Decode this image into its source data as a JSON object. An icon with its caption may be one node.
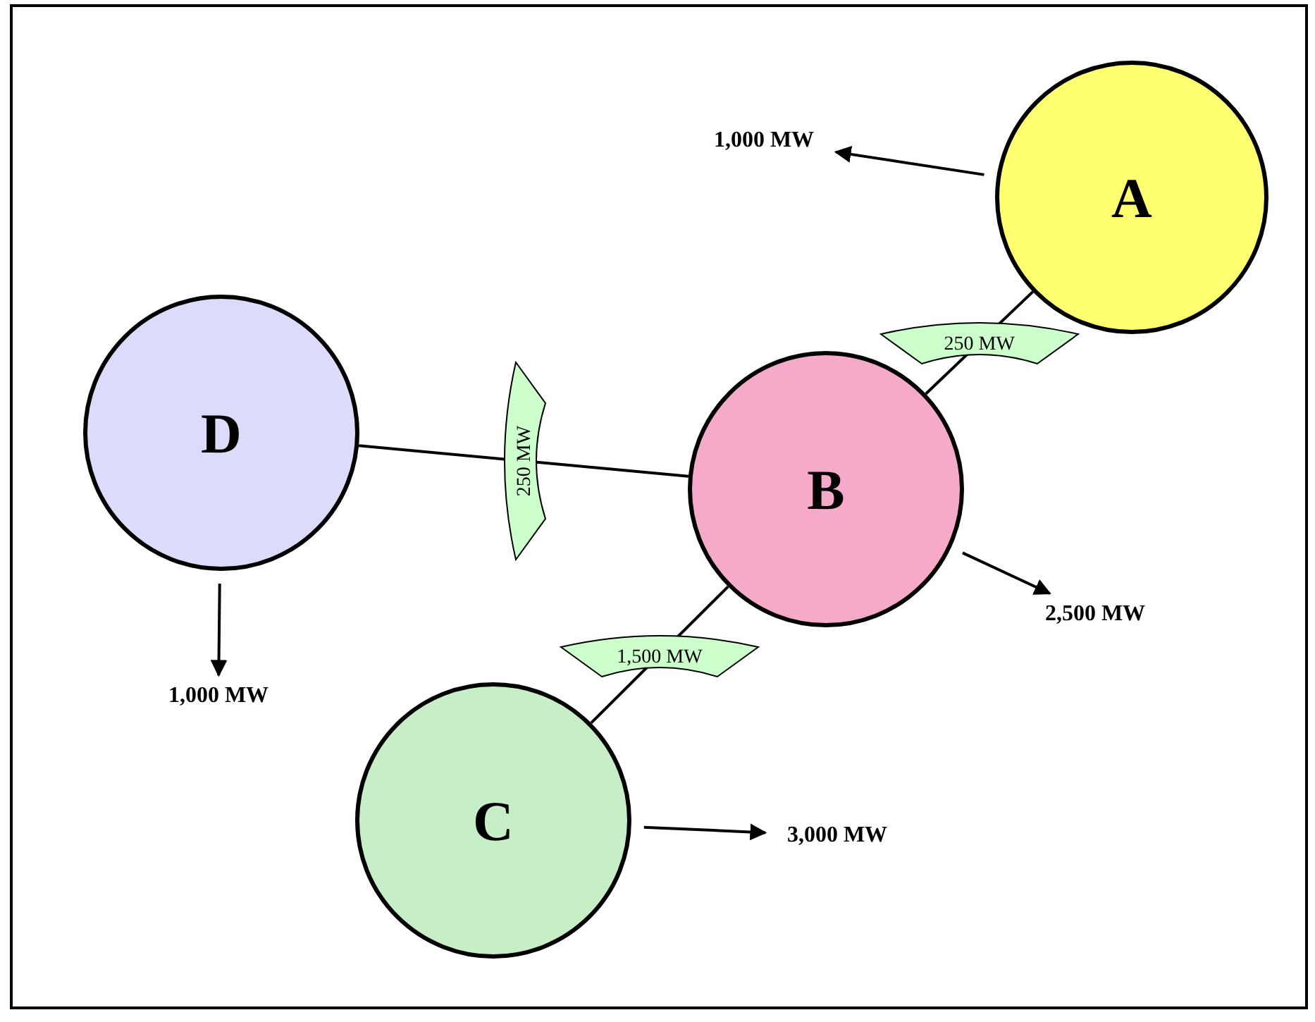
{
  "diagram": {
    "nodes": [
      {
        "text": [
          "1,000 MW"
        ]
      },
      {
        "text": [
          "A"
        ]
      },
      {
        "text": [
          "D"
        ]
      },
      {
        "text": [
          "B"
        ]
      },
      {
        "text": [
          "2,500 MW"
        ]
      },
      {
        "text": [
          "1,000 MW"
        ]
      },
      {
        "text": [
          "C"
        ]
      },
      {
        "text": [
          "3,000 MW"
        ]
      }
    ],
    "edges": [
      {
        "from": 1,
        "to": 0,
        "arrow": "to"
      },
      {
        "from": 1,
        "to": 3,
        "arrow": "none",
        "label": "250 MW"
      },
      {
        "from": 2,
        "to": 3,
        "arrow": "none",
        "label": "250 MW"
      },
      {
        "from": 3,
        "to": 4,
        "arrow": "to"
      },
      {
        "from": 2,
        "to": 5,
        "arrow": "to"
      },
      {
        "from": 3,
        "to": 6,
        "arrow": "none",
        "label": "1,500 MW"
      },
      {
        "from": 6,
        "to": 7,
        "arrow": "to"
      }
    ]
  }
}
